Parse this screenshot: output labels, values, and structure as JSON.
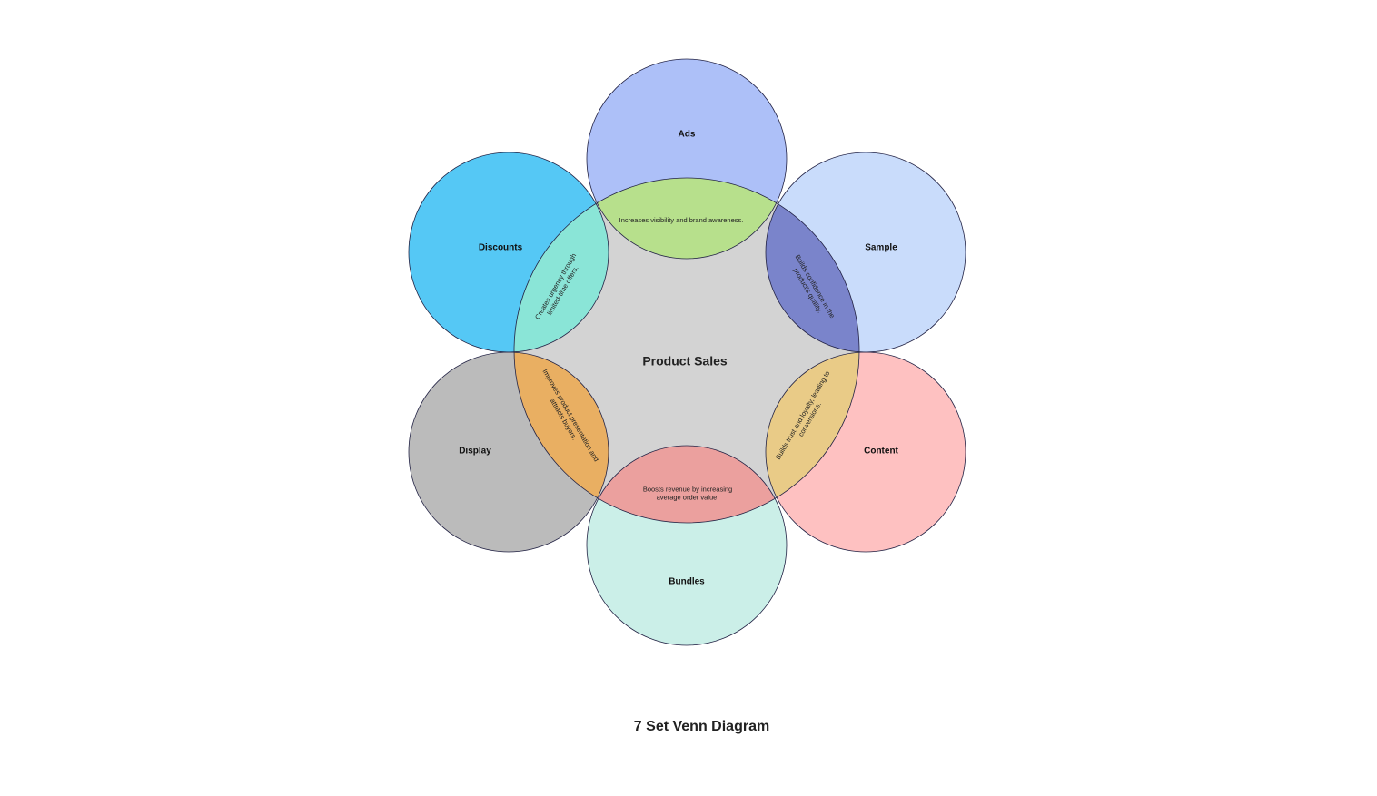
{
  "diagram": {
    "title": "7 Set Venn Diagram",
    "center_label": "Product Sales",
    "center_color": "#d3d3d3",
    "sets": [
      {
        "id": "ads",
        "label": "Ads",
        "color": "#adc0f8"
      },
      {
        "id": "sample",
        "label": "Sample",
        "color": "#c9dcfb"
      },
      {
        "id": "content",
        "label": "Content",
        "color": "#fec1c1"
      },
      {
        "id": "bundles",
        "label": "Bundles",
        "color": "#cbefe8"
      },
      {
        "id": "display",
        "label": "Display",
        "color": "#bbbbbb"
      },
      {
        "id": "discounts",
        "label": "Discounts",
        "color": "#55c8f5"
      }
    ],
    "intersections": [
      {
        "id": "ads",
        "lines": [
          "Increases visibility and brand awareness."
        ],
        "color": "#b7e08c"
      },
      {
        "id": "sample",
        "lines": [
          "Builds confidence in the",
          "product's quality."
        ],
        "color": "#7a84cb"
      },
      {
        "id": "content",
        "lines": [
          "Builds trust and loyalty, leading to",
          "conversions."
        ],
        "color": "#e9cb87"
      },
      {
        "id": "bundles",
        "lines": [
          "Boosts revenue by increasing",
          "average order value."
        ],
        "color": "#eba09e"
      },
      {
        "id": "display",
        "lines": [
          "Improves product presentation and",
          "attracts buyers."
        ],
        "color": "#e9af62"
      },
      {
        "id": "discounts",
        "lines": [
          "Creates urgency through",
          "limited-time offers."
        ],
        "color": "#8ae5d7"
      }
    ]
  }
}
